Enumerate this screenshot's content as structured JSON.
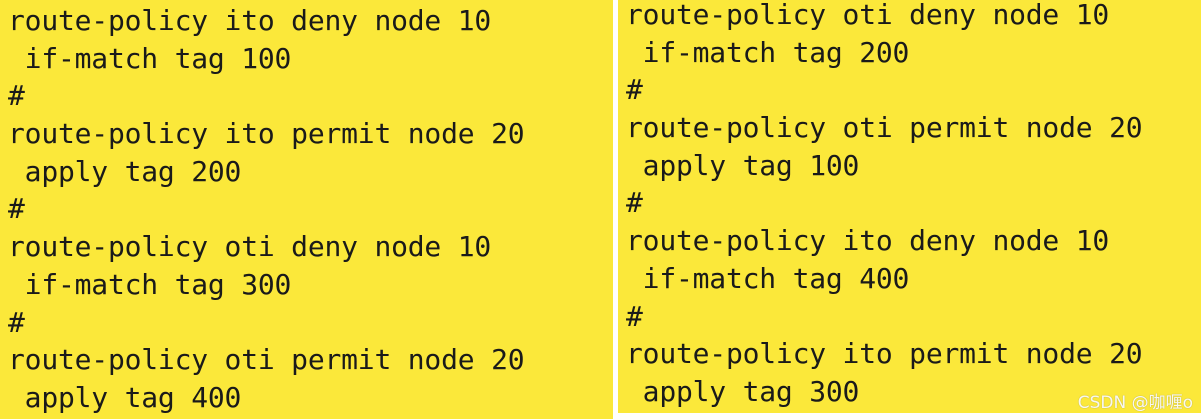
{
  "left_panel": {
    "lines": [
      "route-policy ito deny node 10",
      " if-match tag 100",
      "#",
      "route-policy ito permit node 20",
      " apply tag 200",
      "#",
      "route-policy oti deny node 10",
      " if-match tag 300",
      "#",
      "route-policy oti permit node 20",
      " apply tag 400"
    ]
  },
  "right_panel": {
    "lines": [
      "route-policy oti deny node 10",
      " if-match tag 200",
      "#",
      "route-policy oti permit node 20",
      " apply tag 100",
      "#",
      "route-policy ito deny node 10",
      " if-match tag 400",
      "#",
      "route-policy ito permit node 20",
      " apply tag 300"
    ]
  },
  "watermark": "CSDN @咖喱o",
  "colors": {
    "panel_background": "#fbe83a",
    "text": "#1a1a1a"
  }
}
